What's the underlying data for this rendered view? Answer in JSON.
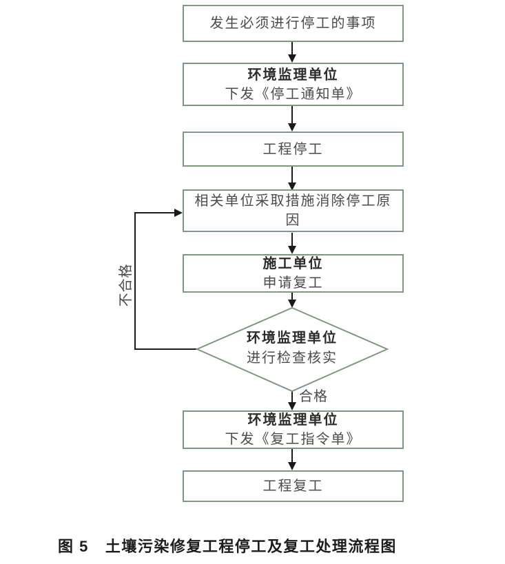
{
  "colors": {
    "box_border": "#7c997e",
    "connector": "#1a1a1a",
    "text_regular": "#4a4a4a",
    "text_bold": "#2b2b2b"
  },
  "flowchart": {
    "nodes": {
      "start": {
        "label": "发生必须进行停工的事项"
      },
      "issue_stop_notice": {
        "title": "环境监理单位",
        "subtitle": "下发《停工通知单》"
      },
      "project_stop": {
        "label": "工程停工"
      },
      "eliminate_cause": {
        "label": "相关单位采取措施消除停工原因"
      },
      "apply_resume": {
        "title": "施工单位",
        "subtitle": "申请复工"
      },
      "inspect_verify": {
        "title": "环境监理单位",
        "subtitle": "进行检查核实"
      },
      "issue_resume_order": {
        "title": "环境监理单位",
        "subtitle": "下发《复工指令单》"
      },
      "project_resume": {
        "label": "工程复工"
      }
    },
    "edge_labels": {
      "pass": "合格",
      "fail": "不合格"
    }
  },
  "caption": {
    "figure_label": "图 5",
    "title": "土壤污染修复工程停工及复工处理流程图"
  }
}
